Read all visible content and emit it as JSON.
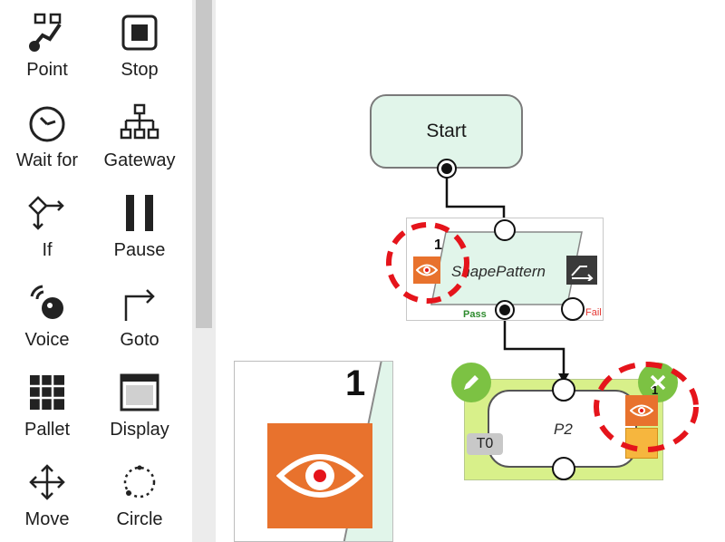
{
  "palette": {
    "items": [
      {
        "label": "Point",
        "icon": "point-icon"
      },
      {
        "label": "Stop",
        "icon": "stop-icon"
      },
      {
        "label": "Wait for",
        "icon": "clock-icon"
      },
      {
        "label": "Gateway",
        "icon": "gateway-icon"
      },
      {
        "label": "If",
        "icon": "if-icon"
      },
      {
        "label": "Pause",
        "icon": "pause-icon"
      },
      {
        "label": "Voice",
        "icon": "voice-icon"
      },
      {
        "label": "Goto",
        "icon": "goto-arrow-icon"
      },
      {
        "label": "Pallet",
        "icon": "pallet-grid-icon"
      },
      {
        "label": "Display",
        "icon": "display-window-icon"
      },
      {
        "label": "Move",
        "icon": "move-arrows-icon"
      },
      {
        "label": "Circle",
        "icon": "circle-dots-icon"
      }
    ]
  },
  "flow": {
    "start_label": "Start",
    "shape_node": {
      "index": "1",
      "label": "ShapePattern",
      "pass_label": "Pass",
      "fail_label": "Fail"
    },
    "p2_node": {
      "index": "1",
      "label": "P2",
      "tag": "T0"
    },
    "zoom_inset": {
      "index": "1"
    }
  },
  "colors": {
    "vision_orange": "#e8722d",
    "start_fill": "#e1f5ea",
    "p2_fill": "#d8f08a",
    "edit_green": "#7cc243",
    "highlight_red": "#e5141b",
    "pass_green": "#2e8b2e",
    "fail_red": "#e53935"
  }
}
